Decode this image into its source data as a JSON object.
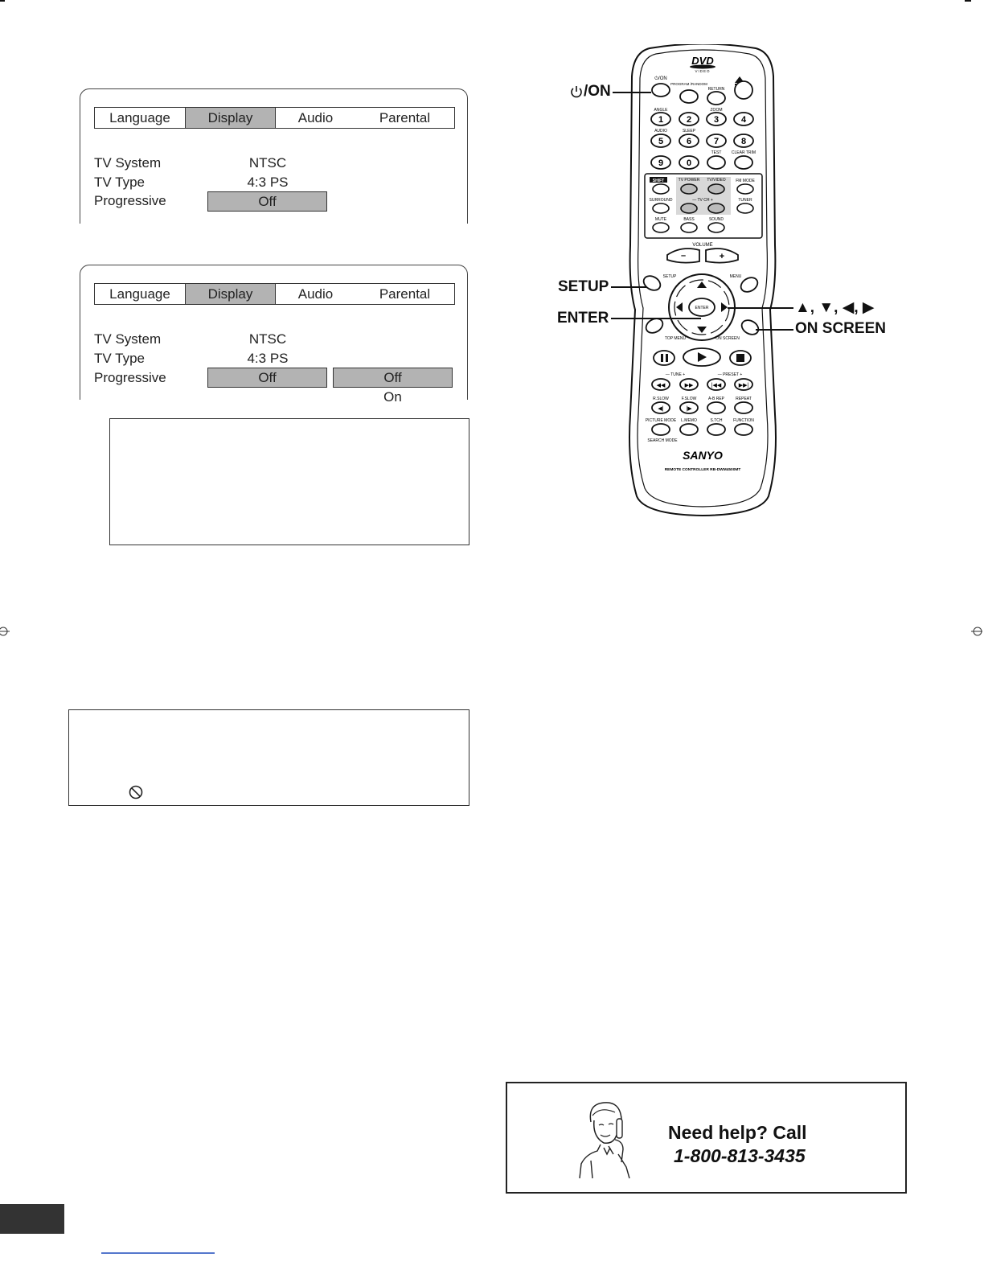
{
  "menu_screen_1": {
    "tabs": [
      "Language",
      "Display",
      "Audio",
      "Parental"
    ],
    "active_tab": "Display",
    "rows": [
      {
        "label": "TV System",
        "value": "NTSC"
      },
      {
        "label": "TV Type",
        "value": "4:3 PS"
      },
      {
        "label": "Progressive",
        "value": "Off"
      }
    ]
  },
  "menu_screen_2": {
    "tabs": [
      "Language",
      "Display",
      "Audio",
      "Parental"
    ],
    "active_tab": "Display",
    "rows": [
      {
        "label": "TV System",
        "value": "NTSC"
      },
      {
        "label": "TV Type",
        "value": "4:3 PS"
      },
      {
        "label": "Progressive",
        "value": "Off"
      }
    ],
    "options": [
      "Off",
      "On"
    ]
  },
  "remote_labels": {
    "power_on": "/ON",
    "setup": "SETUP",
    "enter": "ENTER",
    "arrows": "▲, ▼, ◀, ▶",
    "on_screen": "ON SCREEN"
  },
  "remote": {
    "brand": "SANYO",
    "model_text": "REMOTE CONTROLLER RB-DWM4500MT",
    "logo": "DVD",
    "logo_sub": "VIDEO",
    "small_labels": {
      "power": "⏻/ON",
      "program": "PROGRAM /RANDOM",
      "return": "RETURN",
      "angle": "ANGLE",
      "zoom": "ZOOM",
      "audio": "AUDIO",
      "sleep": "SLEEP",
      "test": "TEST",
      "clear_trim": "CLEAR TRIM",
      "shift": "SHIFT",
      "tv_power": "TV POWER",
      "tv_video": "TV/VIDEO",
      "fm_mode": "FM MODE",
      "surround": "SURROUND",
      "tv_ch": "— TV CH +",
      "tuner": "TUNER",
      "mute": "MUTE",
      "bass": "BASS",
      "sound": "SOUND",
      "volume": "VOLUME",
      "setup": "SETUP",
      "menu": "MENU",
      "enter": "ENTER",
      "top_menu": "TOP MENU",
      "on_screen": "ON SCREEN",
      "tune": "— TUNE +",
      "preset": "— PRESET +",
      "r_slow": "R.SLOW",
      "f_slow": "F.SLOW",
      "ab_rep": "A-B REP",
      "repeat": "REPEAT",
      "picture_mode": "PICTURE MODE",
      "l_memo": "L.MEMO",
      "s_tch": "S.TCH",
      "function": "FUNCTION",
      "search_mode": "SEARCH MODE"
    },
    "digits": [
      "1",
      "2",
      "3",
      "4",
      "5",
      "6",
      "7",
      "8",
      "9",
      "0"
    ]
  },
  "help": {
    "line1": "Need help? Call",
    "phone": "1-800-813-3435"
  }
}
